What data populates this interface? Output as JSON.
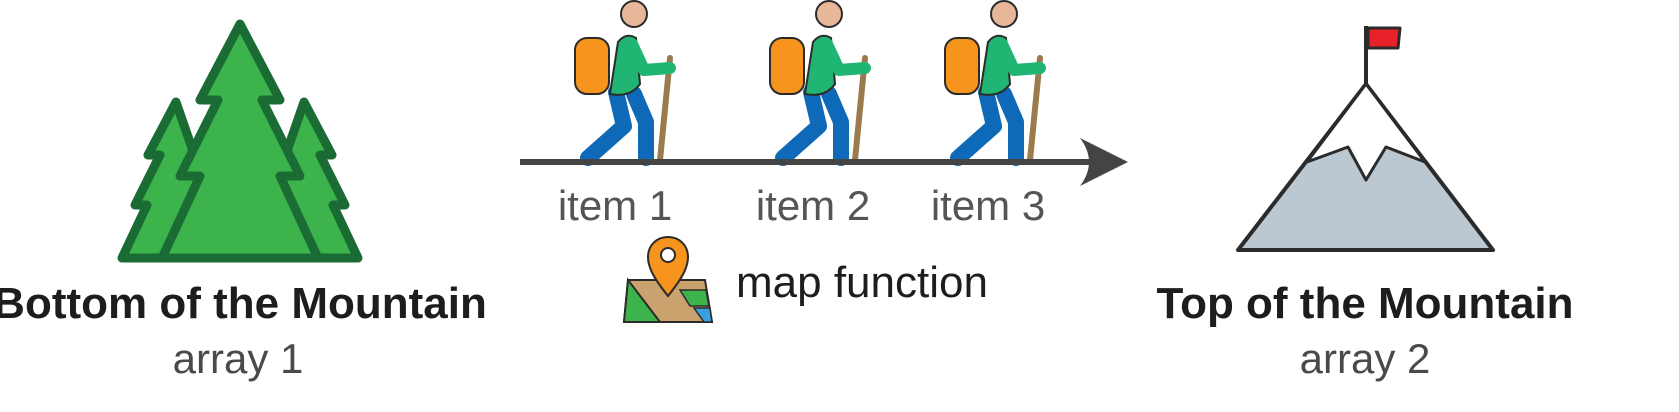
{
  "start": {
    "title": "Bottom of the Mountain",
    "subtitle": "array 1",
    "icon": "pine-trees-icon"
  },
  "end": {
    "title": "Top of the Mountain",
    "subtitle": "array 2",
    "icon": "mountain-peak-flag-icon"
  },
  "items": [
    {
      "label": "item 1",
      "icon": "hiker-icon"
    },
    {
      "label": "item 2",
      "icon": "hiker-icon"
    },
    {
      "label": "item 3",
      "icon": "hiker-icon"
    }
  ],
  "function": {
    "label": "map function",
    "icon": "map-pin-icon"
  },
  "colors": {
    "tree_fill": "#3cb44b",
    "tree_outline": "#1b6b35",
    "backpack": "#f7941d",
    "shirt": "#21b573",
    "pants": "#0e6ab8",
    "skin": "#e8b79a",
    "pole": "#9b7a4e",
    "mountain": "#bcc8d1",
    "flag": "#e8202a",
    "arrow": "#444444"
  }
}
